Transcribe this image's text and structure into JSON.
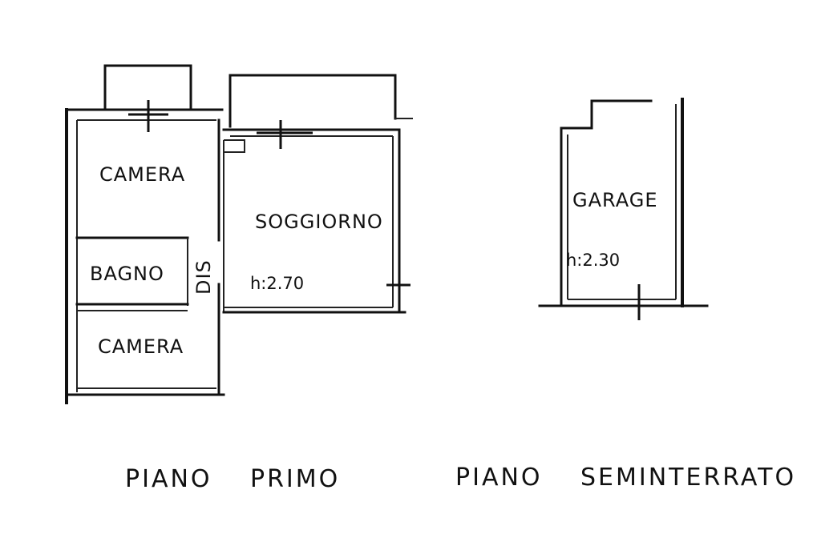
{
  "colors": {
    "ink": "#111111",
    "paper": "#ffffff"
  },
  "plan_primo": {
    "rooms": {
      "camera_top": "CAMERA",
      "bagno": "BAGNO",
      "camera_bottom": "CAMERA",
      "dis": "DIS",
      "soggiorno": "SOGGIORNO"
    },
    "soggiorno_height": "h:2.70",
    "floor_label_1": "PIANO",
    "floor_label_2": "PRIMO"
  },
  "plan_seminterrato": {
    "rooms": {
      "garage": "GARAGE"
    },
    "garage_height": "h:2.30",
    "floor_label_1": "PIANO",
    "floor_label_2": "SEMINTERRATO"
  }
}
